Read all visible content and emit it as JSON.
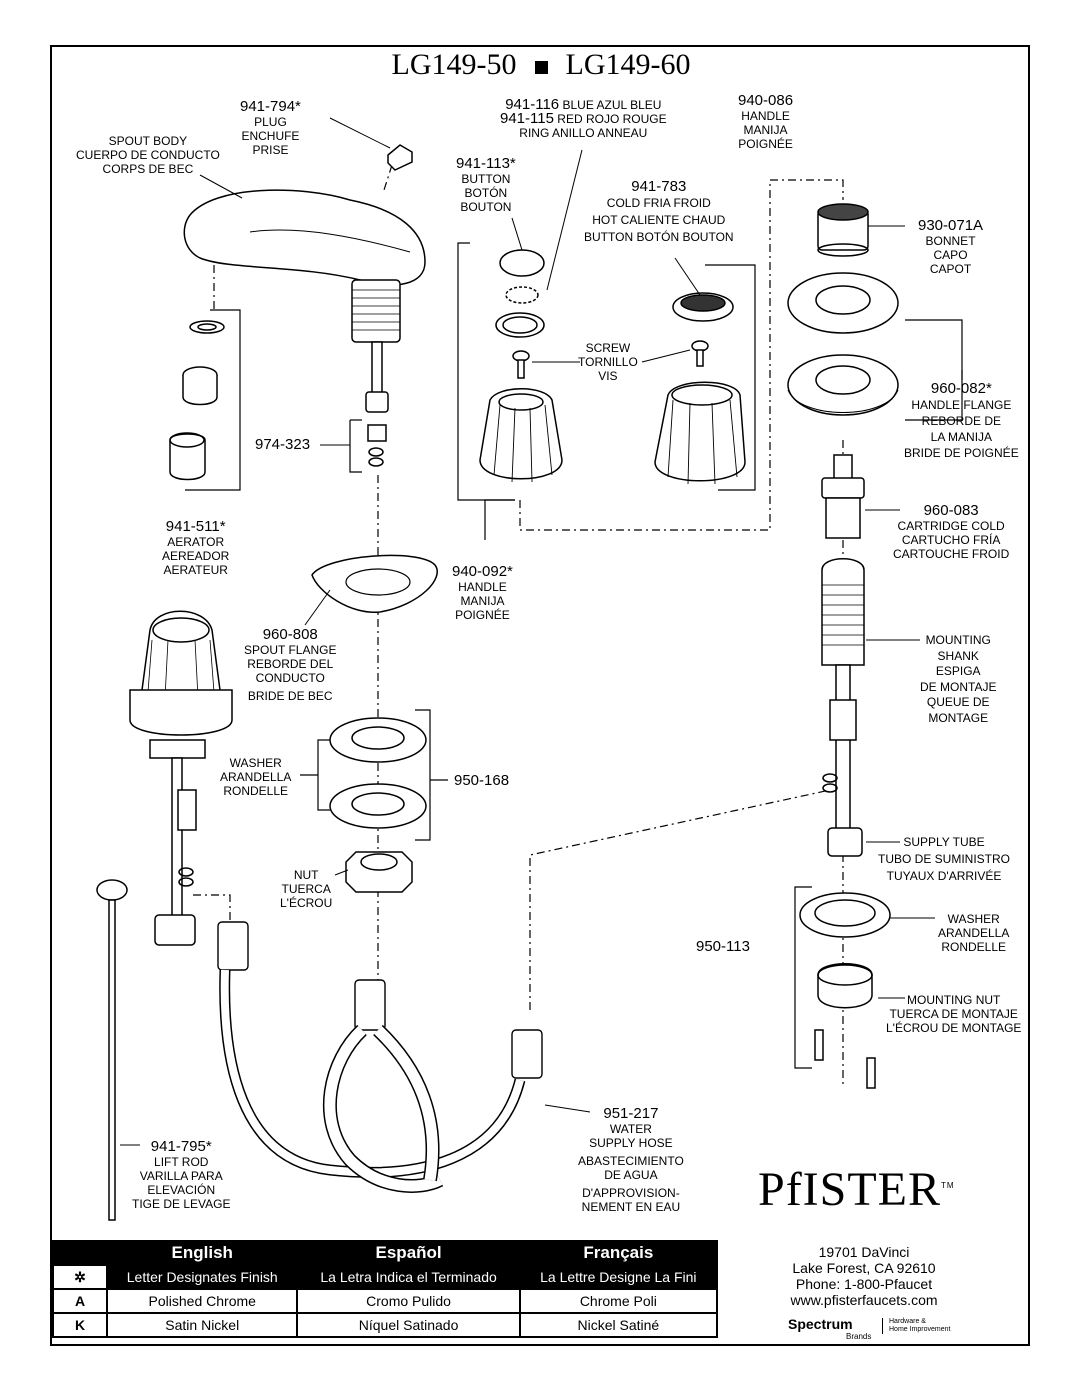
{
  "title": {
    "left": "LG149-50",
    "right": "LG149-60"
  },
  "labels": {
    "plug": {
      "pn": "941-794*",
      "l1": "PLUG",
      "l2": "ENCHUFE",
      "l3": "PRISE"
    },
    "spout_body": {
      "l1": "SPOUT BODY",
      "l2": "CUERPO DE CONDUCTO",
      "l3": "CORPS DE BEC"
    },
    "ring": {
      "pn1": "941-116",
      "c1": "BLUE AZUL BLEU",
      "pn2": "941-115",
      "c2": "RED ROJO ROUGE",
      "l3": "RING ANILLO ANNEAU"
    },
    "handle_right": {
      "pn": "940-086",
      "l1": "HANDLE",
      "l2": "MANIJA",
      "l3": "POIGNÉE"
    },
    "button": {
      "pn": "941-113*",
      "l1": "BUTTON",
      "l2": "BOTÓN",
      "l3": "BOUTON"
    },
    "cold_hot": {
      "pn": "941-783",
      "l1": "COLD FRIA FROID",
      "l2": "HOT CALIENTE CHAUD",
      "l3": "BUTTON BOTÓN BOUTON"
    },
    "bonnet": {
      "pn": "930-071A",
      "l1": "BONNET",
      "l2": "CAPO",
      "l3": "CAPOT"
    },
    "screw": {
      "l1": "SCREW",
      "l2": "TORNILLO",
      "l3": "VIS"
    },
    "handle_flange": {
      "pn": "960-082*",
      "l1": "HANDLE FLANGE",
      "l2": "REBORDE DE",
      "l3": "LA MANIJA",
      "l4": "BRIDE DE POIGNÉE"
    },
    "clip": {
      "pn": "974-323"
    },
    "cartridge": {
      "pn": "960-083",
      "l1": "CARTRIDGE COLD",
      "l2": "CARTUCHO FRÍA",
      "l3": "CARTOUCHE FROID"
    },
    "aerator": {
      "pn": "941-511*",
      "l1": "AERATOR",
      "l2": "AEREADOR",
      "l3": "AERATEUR"
    },
    "handle_left": {
      "pn": "940-092*",
      "l1": "HANDLE",
      "l2": "MANIJA",
      "l3": "POIGNÉE"
    },
    "spout_flange": {
      "pn": "960-808",
      "l1": "SPOUT FLANGE",
      "l2": "REBORDE DEL",
      "l3": "CONDUCTO",
      "l4": "BRIDE DE BEC"
    },
    "mounting_shank": {
      "l1": "MOUNTING",
      "l2": "SHANK",
      "l3": "ESPIGA",
      "l4": "DE MONTAJE",
      "l5": "QUEUE DE",
      "l6": "MONTAGE"
    },
    "washer_left": {
      "l1": "WASHER",
      "l2": "ARANDELLA",
      "l3": "RONDELLE"
    },
    "washer_set": {
      "pn": "950-168"
    },
    "nut": {
      "l1": "NUT",
      "l2": "TUERCA",
      "l3": "L'ÉCROU"
    },
    "supply_tube": {
      "l1": "SUPPLY TUBE",
      "l2": "TUBO DE SUMINISTRO",
      "l3": "TUYAUX D'ARRIVÉE"
    },
    "washer_right": {
      "l1": "WASHER",
      "l2": "ARANDELLA",
      "l3": "RONDELLE"
    },
    "mount_set": {
      "pn": "950-113"
    },
    "mounting_nut": {
      "l1": "MOUNTING NUT",
      "l2": "TUERCA DE MONTAJE",
      "l3": "L'ÉCROU DE MONTAGE"
    },
    "lift_rod": {
      "pn": "941-795*",
      "l1": "LIFT ROD",
      "l2": "VARILLA PARA",
      "l3": "ELEVACIÓN",
      "l4": "TIGE DE LEVAGE"
    },
    "hose": {
      "pn": "951-217",
      "l1": "WATER",
      "l2": "SUPPLY HOSE",
      "l3": "ABASTECIMIENTO",
      "l4": "DE AGUA",
      "l5": "D'APPROVISION-",
      "l6": "NEMENT EN EAU"
    }
  },
  "finish_table": {
    "headers": [
      "English",
      "Español",
      "Français"
    ],
    "key_symbol": "✲",
    "note": [
      "Letter Designates Finish",
      "La Letra Indica el Terminado",
      "La Lettre Designe La Fini"
    ],
    "rows": [
      {
        "key": "A",
        "cells": [
          "Polished Chrome",
          "Cromo Pulido",
          "Chrome Poli"
        ]
      },
      {
        "key": "K",
        "cells": [
          "Satin Nickel",
          "Níquel Satinado",
          "Nickel Satiné"
        ]
      }
    ]
  },
  "brand": {
    "name": "PfISTER",
    "tm": "TM",
    "address": [
      "19701 DaVinci",
      "Lake Forest, CA 92610",
      "Phone: 1-800-Pfaucet",
      "www.pfisterfaucets.com"
    ],
    "parent": "Spectrum",
    "parent_sub": "Brands",
    "parent_tag": [
      "Hardware &",
      "Home Improvement"
    ]
  }
}
